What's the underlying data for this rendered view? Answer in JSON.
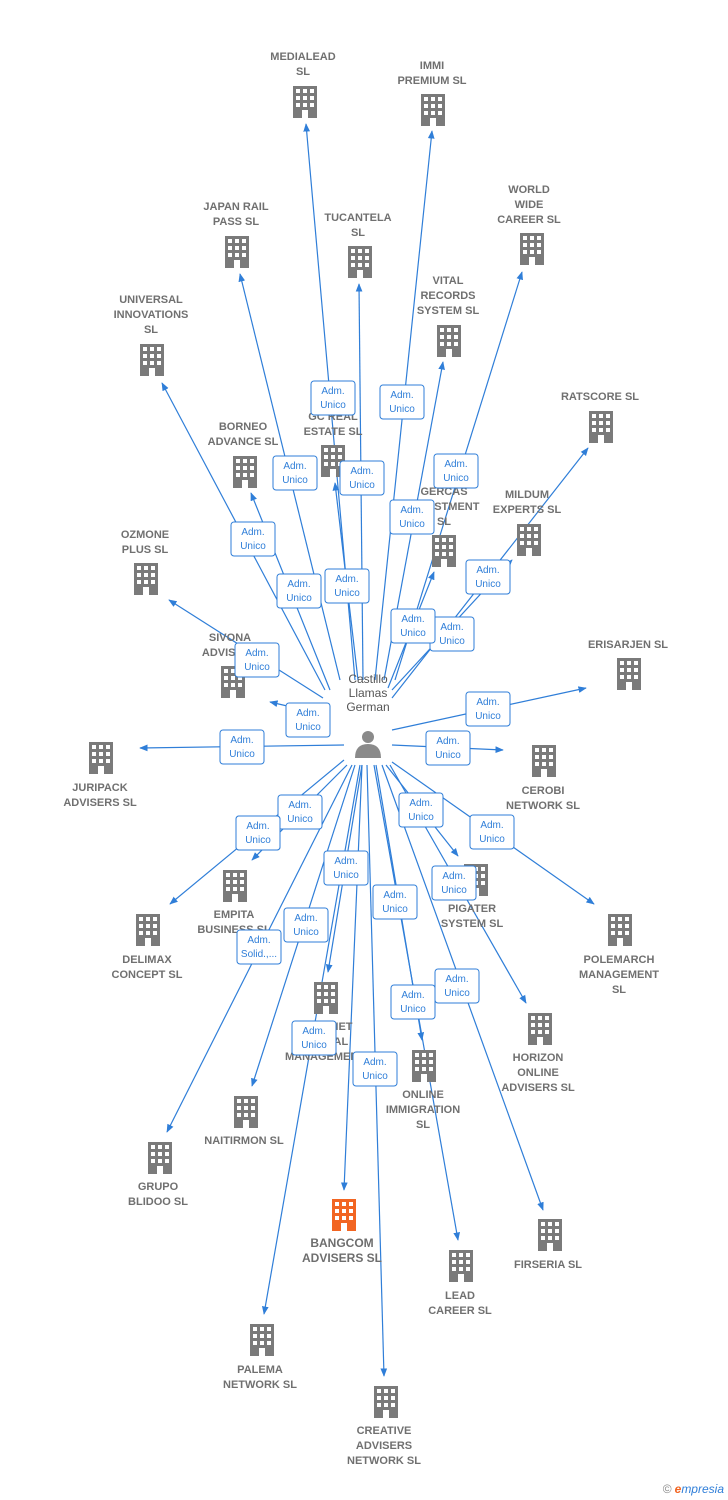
{
  "colors": {
    "edge": "#2f7ed8",
    "building": "#7a7a7a",
    "highlight": "#f26522",
    "person": "#8a8a8a"
  },
  "center": {
    "label_lines": [
      "Castillo",
      "Llamas",
      "German"
    ]
  },
  "nodes": [
    {
      "id": "medialead",
      "label_lines": [
        "MEDIALEAD",
        "SL"
      ],
      "icon": "building-icon"
    },
    {
      "id": "immi",
      "label_lines": [
        "IMMI",
        "PREMIUM  SL"
      ],
      "icon": "building-icon"
    },
    {
      "id": "japanrail",
      "label_lines": [
        "JAPAN RAIL",
        "PASS  SL"
      ],
      "icon": "building-icon"
    },
    {
      "id": "tucantela",
      "label_lines": [
        "TUCANTELA",
        "SL"
      ],
      "icon": "building-icon"
    },
    {
      "id": "worldwide",
      "label_lines": [
        "WORLD",
        "WIDE",
        "CAREER  SL"
      ],
      "icon": "building-icon"
    },
    {
      "id": "vital",
      "label_lines": [
        "VITAL",
        "RECORDS",
        "SYSTEM  SL"
      ],
      "icon": "building-icon"
    },
    {
      "id": "universal",
      "label_lines": [
        "UNIVERSAL",
        "INNOVATIONS",
        "SL"
      ],
      "icon": "building-icon"
    },
    {
      "id": "ratscore",
      "label_lines": [
        "RATSCORE  SL"
      ],
      "icon": "building-icon"
    },
    {
      "id": "gcreal",
      "label_lines": [
        "GC REAL",
        "ESTATE  SL"
      ],
      "icon": "building-icon"
    },
    {
      "id": "borneo",
      "label_lines": [
        "BORNEO",
        "ADVANCE  SL"
      ],
      "icon": "building-icon"
    },
    {
      "id": "gercas",
      "label_lines": [
        "GERCAS",
        "INVESTMENT",
        "SL"
      ],
      "icon": "building-icon"
    },
    {
      "id": "mildum",
      "label_lines": [
        "MILDUM",
        "EXPERTS  SL"
      ],
      "icon": "building-icon"
    },
    {
      "id": "ozmone",
      "label_lines": [
        "OZMONE",
        "PLUS  SL"
      ],
      "icon": "building-icon"
    },
    {
      "id": "sivona",
      "label_lines": [
        "SIVONA",
        "ADVISERS"
      ],
      "icon": "building-icon"
    },
    {
      "id": "erisarjen",
      "label_lines": [
        "ERISARJEN  SL"
      ],
      "icon": "building-icon"
    },
    {
      "id": "juripack",
      "label_lines": [
        "JURIPACK",
        "ADVISERS  SL"
      ],
      "icon": "building-icon"
    },
    {
      "id": "cerobi",
      "label_lines": [
        "CEROBI",
        "NETWORK  SL"
      ],
      "icon": "building-icon"
    },
    {
      "id": "empita",
      "label_lines": [
        "EMPITA",
        "BUSINESS  SL"
      ],
      "icon": "building-icon"
    },
    {
      "id": "pigater",
      "label_lines": [
        "PIGATER",
        "SYSTEM  SL"
      ],
      "icon": "building-icon"
    },
    {
      "id": "delimax",
      "label_lines": [
        "DELIMAX",
        "CONCEPT  SL"
      ],
      "icon": "building-icon"
    },
    {
      "id": "polemarch",
      "label_lines": [
        "POLEMARCH",
        "MANAGEMENT",
        "SL"
      ],
      "icon": "building-icon"
    },
    {
      "id": "internet",
      "label_lines": [
        "INTERNET",
        "GLOBAL",
        "MANAGEMENT"
      ],
      "icon": "building-icon"
    },
    {
      "id": "horizon",
      "label_lines": [
        "HORIZON",
        "ONLINE",
        "ADVISERS  SL"
      ],
      "icon": "building-icon"
    },
    {
      "id": "online",
      "label_lines": [
        "ONLINE",
        "IMMIGRATION",
        "SL"
      ],
      "icon": "building-icon"
    },
    {
      "id": "naitirmon",
      "label_lines": [
        "NAITIRMON  SL"
      ],
      "icon": "building-icon"
    },
    {
      "id": "grupo",
      "label_lines": [
        "GRUPO",
        "BLIDOO SL"
      ],
      "icon": "building-icon"
    },
    {
      "id": "bangcom",
      "label_lines": [
        "BANGCOM",
        "ADVISERS  SL"
      ],
      "icon": "building-icon",
      "highlight": true
    },
    {
      "id": "firseria",
      "label_lines": [
        "FIRSERIA SL"
      ],
      "icon": "building-icon"
    },
    {
      "id": "lead",
      "label_lines": [
        "LEAD",
        "CAREER  SL"
      ],
      "icon": "building-icon"
    },
    {
      "id": "palema",
      "label_lines": [
        "PALEMA",
        "NETWORK  SL"
      ],
      "icon": "building-icon"
    },
    {
      "id": "creative",
      "label_lines": [
        "CREATIVE",
        "ADVISERS",
        "NETWORK  SL"
      ],
      "icon": "building-icon"
    }
  ],
  "edges": [
    {
      "to": "medialead",
      "label_lines": [
        "Adm.",
        "Unico"
      ]
    },
    {
      "to": "immi",
      "label_lines": [
        "Adm.",
        "Unico"
      ]
    },
    {
      "to": "japanrail",
      "label_lines": [
        "Adm.",
        "Unico"
      ]
    },
    {
      "to": "tucantela",
      "label_lines": [
        "Adm.",
        "Unico"
      ]
    },
    {
      "to": "worldwide",
      "label_lines": [
        "Adm.",
        "Unico"
      ]
    },
    {
      "to": "vital",
      "label_lines": [
        "Adm.",
        "Unico"
      ]
    },
    {
      "to": "universal",
      "label_lines": [
        "Adm.",
        "Unico"
      ]
    },
    {
      "to": "ratscore",
      "label_lines": [
        "Adm.",
        "Unico"
      ]
    },
    {
      "to": "gcreal",
      "label_lines": [
        "Adm.",
        "Unico"
      ]
    },
    {
      "to": "borneo",
      "label_lines": [
        "Adm.",
        "Unico"
      ]
    },
    {
      "to": "gercas",
      "label_lines": [
        "Adm.",
        "Unico"
      ]
    },
    {
      "to": "mildum",
      "label_lines": [
        "Adm.",
        "Unico"
      ]
    },
    {
      "to": "ozmone",
      "label_lines": [
        "Adm.",
        "Unico"
      ]
    },
    {
      "to": "sivona",
      "label_lines": [
        "Adm.",
        "Unico"
      ]
    },
    {
      "to": "erisarjen",
      "label_lines": [
        "Adm.",
        "Unico"
      ]
    },
    {
      "to": "juripack",
      "label_lines": [
        "Adm.",
        "Unico"
      ]
    },
    {
      "to": "cerobi",
      "label_lines": [
        "Adm.",
        "Unico"
      ]
    },
    {
      "to": "empita",
      "label_lines": [
        "Adm.",
        "Unico"
      ]
    },
    {
      "to": "pigater",
      "label_lines": [
        "Adm.",
        "Unico"
      ]
    },
    {
      "to": "delimax",
      "label_lines": [
        "Adm.",
        "Unico"
      ]
    },
    {
      "to": "polemarch",
      "label_lines": [
        "Adm.",
        "Unico"
      ]
    },
    {
      "to": "internet",
      "label_lines": [
        "Adm.",
        "Unico"
      ]
    },
    {
      "to": "horizon",
      "label_lines": [
        "Adm.",
        "Unico"
      ]
    },
    {
      "to": "online",
      "label_lines": [
        "Adm.",
        "Unico"
      ]
    },
    {
      "to": "naitirmon",
      "label_lines": [
        "Adm.",
        "Unico"
      ]
    },
    {
      "to": "grupo",
      "label_lines": [
        "Adm.",
        "Unico"
      ]
    },
    {
      "to": "bangcom",
      "label_lines": [
        "Adm.",
        "Solid.,..."
      ]
    },
    {
      "to": "firseria",
      "label_lines": [
        "Adm.",
        "Unico"
      ]
    },
    {
      "to": "lead",
      "label_lines": [
        "Adm.",
        "Unico"
      ]
    },
    {
      "to": "palema",
      "label_lines": [
        "Adm.",
        "Unico"
      ]
    },
    {
      "to": "creative",
      "label_lines": [
        "Adm.",
        "Unico"
      ]
    }
  ],
  "footer": {
    "copyright": "©",
    "brand_first": "e",
    "brand_rest": "mpresia"
  }
}
